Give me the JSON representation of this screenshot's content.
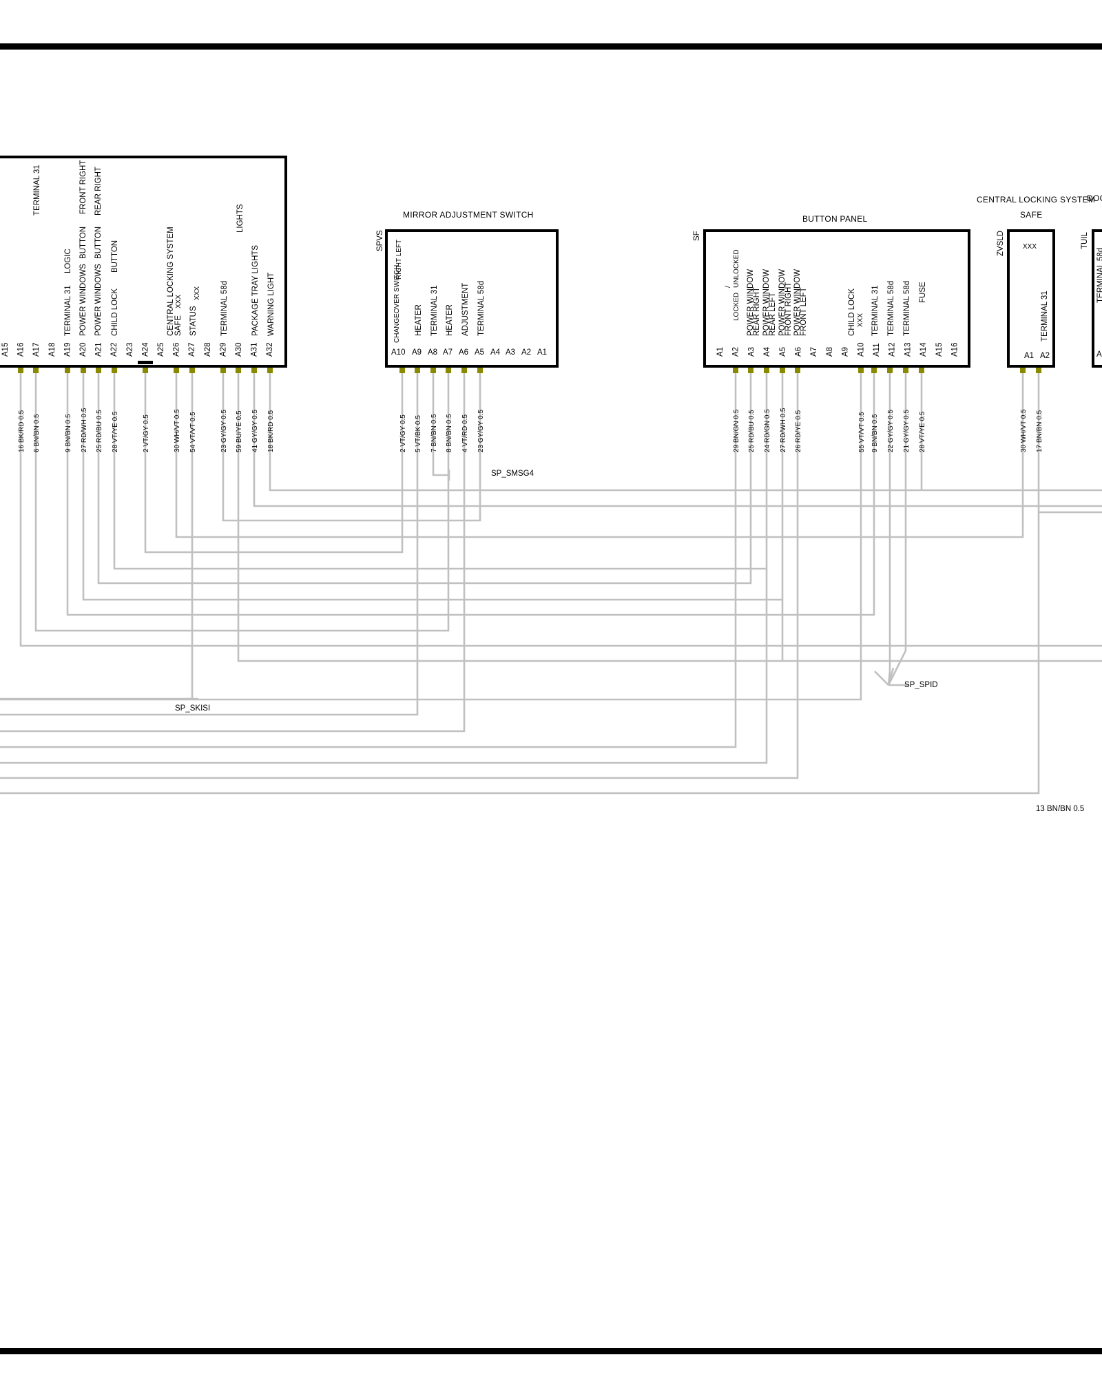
{
  "page": {
    "background": "#ffffff",
    "wire_color": "#c0c0c0",
    "pin_color": "#8a8a00"
  },
  "components": [
    {
      "id": "control-unit",
      "code": "",
      "title": "",
      "pin_labels": [
        "A15",
        "A16",
        "A17",
        "A18",
        "A19",
        "A20",
        "A21",
        "A22",
        "A23",
        "A24",
        "A25",
        "A26",
        "A27",
        "A28",
        "A29",
        "A30",
        "A31",
        "A32"
      ],
      "functions": [
        "TERMINAL 31",
        "FRONT RIGHT",
        "REAR RIGHT",
        "LOGIC",
        "BUTTON",
        "BUTTON",
        "BUTTON",
        "TERMINAL 31",
        "POWER WINDOWS",
        "POWER WINDOWS",
        "CHILD LOCK",
        "CENTRAL LOCKING SYSTEM",
        "SAFE",
        "XXX",
        "STATUS",
        "XXX",
        "TERMINAL 58d",
        "LIGHTS",
        "PACKAGE TRAY LIGHTS",
        "WARNING LIGHT"
      ],
      "wires": [
        "16 BK/RD 0.5",
        "6 BN/BN 0.5",
        "9 BN/BN 0.5",
        "27 RD/WH 0.5",
        "25 RD/BU 0.5",
        "28 VT/YE 0.5",
        "2 VT/GY 0.5",
        "30 WH/VT 0.5",
        "54 VT/VT 0.5",
        "23 GY/GY 0.5",
        "59 BU/YE 0.5",
        "41 GY/GY 0.5",
        "18 BK/RD 0.5"
      ]
    },
    {
      "id": "mirror-adjustment-switch",
      "code": "SPVS",
      "title": "MIRROR ADJUSTMENT SWITCH",
      "pin_labels": [
        "A10",
        "A9",
        "A8",
        "A7",
        "A6",
        "A5",
        "A4",
        "A3",
        "A2",
        "A1"
      ],
      "functions": [
        "CHANGEOVER SWITCH",
        "RIGHT LEFT",
        "HEATER",
        "TERMINAL 31",
        "HEATER",
        "ADJUSTMENT",
        "TERMINAL 58d"
      ],
      "wires": [
        "2 VT/GY 0.5",
        "5 VT/BK 0.5",
        "7 BN/BN 0.5",
        "8 BN/BN 0.5",
        "4 VT/RD 0.5",
        "23 GY/GY 0.5"
      ]
    },
    {
      "id": "button-panel",
      "code": "SF",
      "title": "BUTTON PANEL",
      "pin_labels": [
        "A1",
        "A2",
        "A3",
        "A4",
        "A5",
        "A6",
        "A7",
        "A8",
        "A9",
        "A10",
        "A11",
        "A12",
        "A13",
        "A14",
        "A15",
        "A16"
      ],
      "functions": [
        "LOCKED",
        "/",
        "UNLOCKED",
        "POWER WINDOW",
        "REAR RIGHT",
        "POWER WINDOW",
        "REAR LEFT",
        "POWER WINDOW",
        "FRONT RIGHT",
        "POWER WINDOW",
        "FRONT LEFT",
        "CHILD LOCK",
        "XXX",
        "TERMINAL 31",
        "TERMINAL 58d",
        "TERMINAL 58d",
        "FUSE"
      ],
      "wires": [
        "29 BN/GN 0.5",
        "25 RD/BU 0.5",
        "24 RD/GN 0.5",
        "27 RD/WH 0.5",
        "26 RD/YE 0.5",
        "55 VT/VT 0.5",
        "9 BN/BN 0.5",
        "22 GY/GY 0.5",
        "21 GY/GY 0.5",
        "28 VT/YE 0.5"
      ]
    },
    {
      "id": "central-locking-safe",
      "code": "ZVSLD",
      "title": "CENTRAL LOCKING SYSTEM",
      "subtitle": "SAFE",
      "pin_labels": [
        "A1",
        "A2"
      ],
      "functions": [
        "XXX",
        "TERMINAL 31"
      ],
      "wires": [
        "30 WH/VT 0.5",
        "17 BN/BN 0.5"
      ]
    },
    {
      "id": "door-partial",
      "code": "TUIL",
      "title": "DOO",
      "pin_labels": [
        "A"
      ],
      "functions": [
        "TERMINAL 58d"
      ],
      "wires": []
    }
  ],
  "splices": [
    "SP_SMSG4",
    "SP_SKISI",
    "SP_SPID"
  ],
  "extra_wire_label": "13 BN/BN 0.5"
}
